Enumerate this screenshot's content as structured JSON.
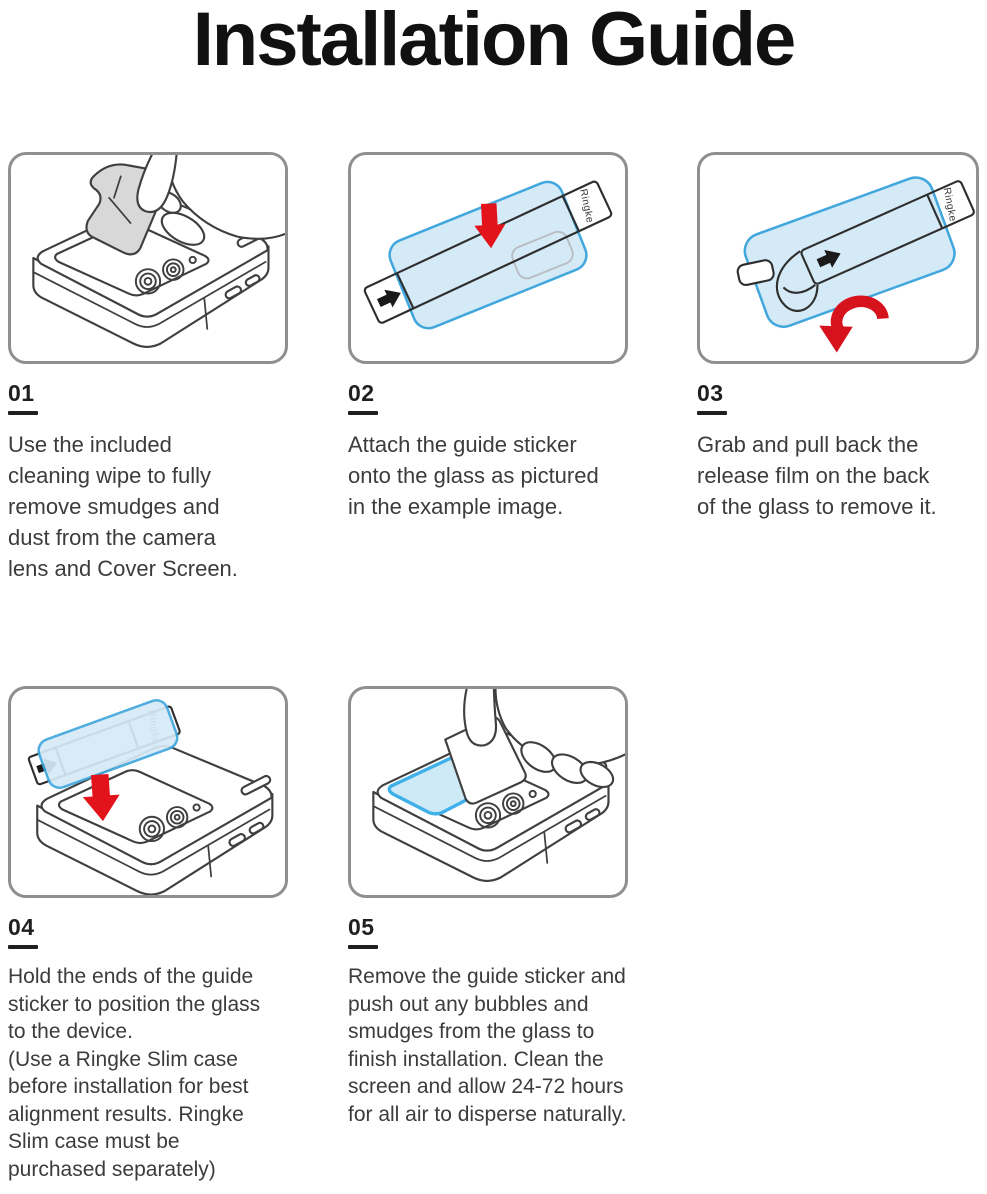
{
  "title": "Installation Guide",
  "sticker_label": "Ringke",
  "colors": {
    "glass_fill": "#d5eaf7",
    "glass_stroke": "#41a7dd",
    "arrow_red": "#e3131b",
    "box_border": "#8f8f8f",
    "line_art": "#3f3f3f",
    "body_text": "#3c3c3c",
    "wipe_gray": "#d8d8d8"
  },
  "steps": [
    {
      "number": "01",
      "figure": "hand-cleaning-cover-screen",
      "description": "Use the included\ncleaning wipe to fully\nremove smudges and\ndust from the camera\nlens and Cover Screen."
    },
    {
      "number": "02",
      "figure": "guide-sticker-attached-to-glass",
      "description": "Attach the guide sticker\nonto the glass as pictured\nin the example image."
    },
    {
      "number": "03",
      "figure": "peeling-release-film",
      "description": "Grab and pull back the\nrelease film on the back\nof the glass to remove it."
    },
    {
      "number": "04",
      "figure": "positioning-glass-on-device",
      "description": "Hold the ends of the guide\nsticker to position the glass\nto the device.\n(Use a Ringke Slim case\nbefore installation for best\nalignment results. Ringke\nSlim case must be\npurchased separately)"
    },
    {
      "number": "05",
      "figure": "pushing-out-bubbles",
      "description": "Remove the guide sticker and\npush out any bubbles and\nsmudges from the glass to\nfinish installation. Clean the\nscreen and allow 24-72 hours\nfor all air to disperse naturally."
    }
  ]
}
